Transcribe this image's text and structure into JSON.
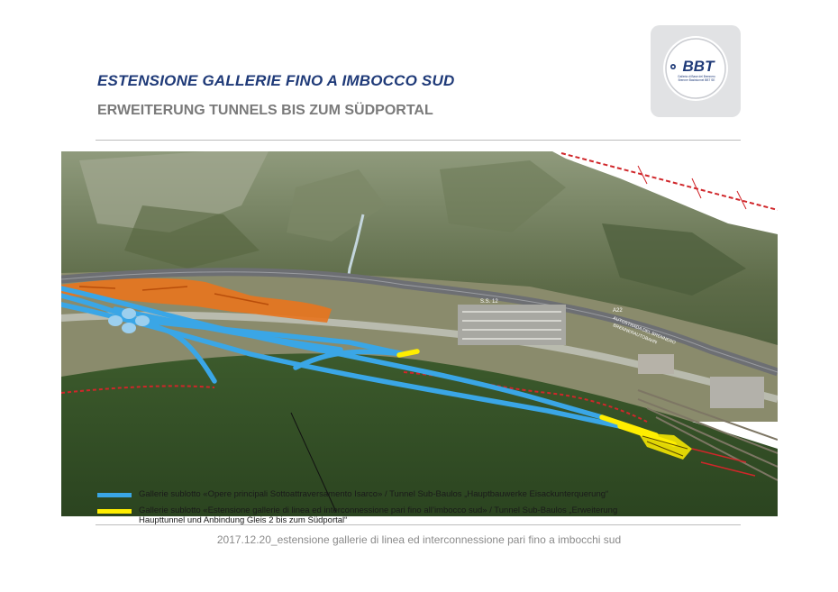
{
  "header": {
    "title_it": "ESTENSIONE GALLERIE FINO A IMBOCCO SUD",
    "title_de": "ERWEITERUNG TUNNELS BIS ZUM SÜDPORTAL"
  },
  "logo": {
    "text": "BBT",
    "subtitle_1": "Galleria di Base del Brennero",
    "subtitle_2": "Brenner Basistunnel BBT SE"
  },
  "map": {
    "labels": {
      "road_ss": "S.S. 12",
      "road_a22": "A22",
      "autostrada": "AUTOSTRADA DEL BRENNERO",
      "autobahn": "BRENNERAUTOBAHN"
    }
  },
  "legend": {
    "items": [
      {
        "color": "#3aa6e6",
        "text": "Gallerie sublotto «Opere principali Sottoattraversamento Isarco» / Tunnel Sub-Baulos „Hauptbauwerke Eisackunterquerung“"
      },
      {
        "color": "#ffee00",
        "text_line1": "Gallerie sublotto «Estensione gallerie di linea ed interconnessione pari fino all’imbocco sud» / Tunnel Sub-Baulos „Erweiterung",
        "text_line2": "Haupttunnel und Anbindung Gleis 2 bis zum Südportal“"
      }
    ]
  },
  "footer": {
    "text": "2017.12.20_estensione gallerie di linea ed interconnessione pari fino a imbocchi sud"
  }
}
